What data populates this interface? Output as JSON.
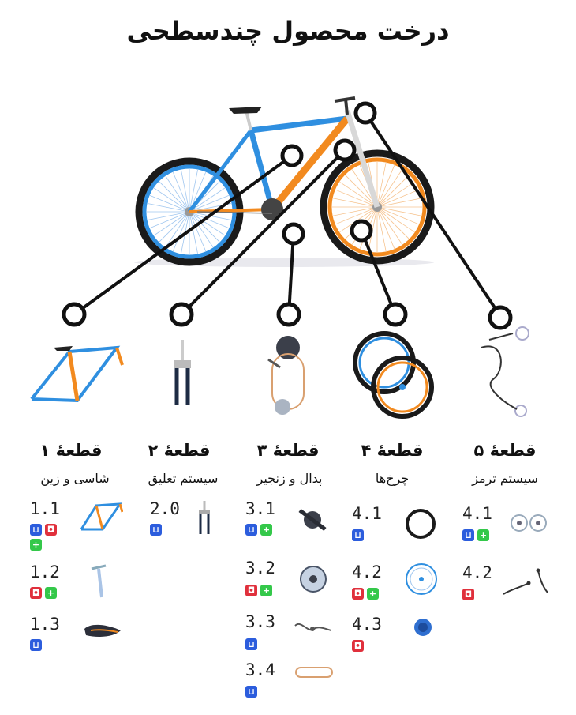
{
  "title": "درخت محصول چندسطحی",
  "badge_colors": {
    "cart": "#2c5ddd",
    "box": "#e0303c",
    "plus": "#34c84a"
  },
  "colors": {
    "frame_blue": "#2f8fe0",
    "frame_orange": "#f28a1f",
    "tire": "#1a1a1a",
    "callout": "#111111"
  },
  "columns": [
    {
      "title": "قطعهٔ ۱",
      "subtitle": "شاسی و زین",
      "parts": [
        {
          "code": "1.1",
          "badges": [
            "cart",
            "box",
            "plus"
          ],
          "icon": "frame-icon"
        },
        {
          "code": "1.2",
          "badges": [
            "box",
            "plus"
          ],
          "icon": "seatpost-icon"
        },
        {
          "code": "1.3",
          "badges": [
            "cart"
          ],
          "icon": "saddle-icon"
        }
      ]
    },
    {
      "title": "قطعهٔ ۲",
      "subtitle": "سیستم تعلیق",
      "parts": [
        {
          "code": "2.0",
          "badges": [
            "cart"
          ],
          "icon": "fork-icon"
        }
      ]
    },
    {
      "title": "قطعهٔ ۳",
      "subtitle": "پدال و زنجیر",
      "parts": [
        {
          "code": "3.1",
          "badges": [
            "cart",
            "plus"
          ],
          "icon": "crankset-icon"
        },
        {
          "code": "3.2",
          "badges": [
            "box",
            "plus"
          ],
          "icon": "chainring-icon"
        },
        {
          "code": "3.3",
          "badges": [
            "cart"
          ],
          "icon": "derailleur-cable-icon"
        },
        {
          "code": "3.4",
          "badges": [
            "cart"
          ],
          "icon": "chain-icon"
        }
      ]
    },
    {
      "title": "قطعهٔ ۴",
      "subtitle": "چرخ‌ها",
      "parts": [
        {
          "code": "4.1",
          "badges": [
            "cart"
          ],
          "icon": "tire-icon"
        },
        {
          "code": "4.2",
          "badges": [
            "box",
            "plus"
          ],
          "icon": "rim-icon"
        },
        {
          "code": "4.3",
          "badges": [
            "box"
          ],
          "icon": "hub-icon"
        }
      ]
    },
    {
      "title": "قطعهٔ ۵",
      "subtitle": "سیستم ترمز",
      "parts": [
        {
          "code": "4.1",
          "badges": [
            "cart",
            "plus"
          ],
          "icon": "brake-disc-icon"
        },
        {
          "code": "4.2",
          "badges": [
            "box"
          ],
          "icon": "brake-cable-icon"
        }
      ]
    }
  ]
}
